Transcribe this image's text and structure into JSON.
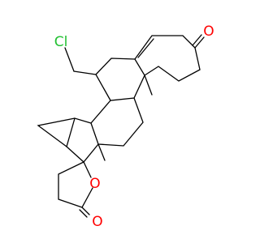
{
  "structure": {
    "atoms": {
      "chlorine": "Cl",
      "ketone_oxygen": "O",
      "ring_oxygen": "O",
      "lactone_carbonyl_oxygen": "O"
    },
    "colors": {
      "bond": "#000000",
      "chlorine": "#22c032",
      "oxygen": "#ff0000"
    }
  }
}
